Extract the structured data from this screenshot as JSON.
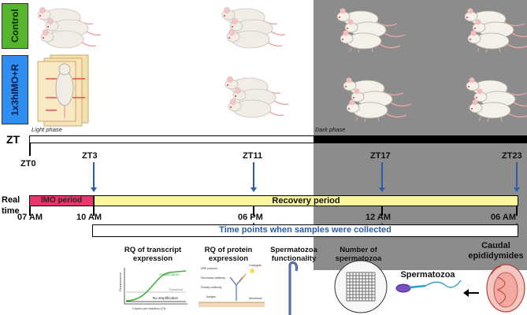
{
  "groups": {
    "control": "Control",
    "treatment": "1x3hIMO+R"
  },
  "phases": {
    "light": "Light phase",
    "dark": "Dark phase"
  },
  "zt": {
    "label": "ZT",
    "ticks": [
      "ZT0",
      "ZT3",
      "ZT11",
      "ZT17",
      "ZT23"
    ]
  },
  "periods": {
    "imo": "IMO period",
    "recovery": "Recovery period"
  },
  "real_time": {
    "label_line1": "Real",
    "label_line2": "time",
    "times": [
      "07 AM",
      "10 AM",
      "06 PM",
      "12 AM",
      "06 AM"
    ]
  },
  "sampling": {
    "caption": "Time points when samples were collected"
  },
  "analyses": {
    "rq_transcript": [
      "RQ of transcript",
      "expression"
    ],
    "rq_protein": [
      "RQ of protein",
      "expression"
    ],
    "functionality": [
      "Spermatozoa",
      "functionality"
    ],
    "number": [
      "Number of",
      "spermatozoa"
    ],
    "spermatozoa": "Spermatozoa",
    "caudal": [
      "Caudal",
      "epididymides"
    ]
  },
  "qpcr_plot": {
    "amplification": "Amplification",
    "threshold": "Threshold",
    "no_amplification": "No amplification",
    "ylabel": "Fluorescence",
    "xlabel": "Copies per reaction (Ct)"
  },
  "western": {
    "labels": [
      "HRP-polymer",
      "Secondary antibody",
      "Primary antibody",
      "Antigen",
      "Membrane",
      "Conjugate"
    ]
  },
  "colors": {
    "dark_phase": "#8c8c8c",
    "imo": "#e8386b",
    "recovery": "#fcf79a",
    "arrow": "#2a5da8",
    "control": "#55b52c",
    "treatment": "#2f8ff0"
  }
}
